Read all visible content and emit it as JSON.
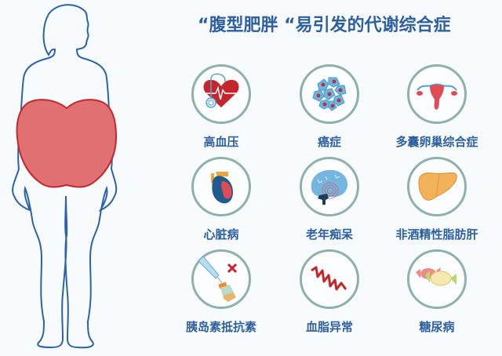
{
  "title": "“腹型肥胖 “易引发的代谢综合症",
  "colors": {
    "title": "#2e5f9e",
    "body_outline": "#2e62a6",
    "belly_fill": "#e07072",
    "belly_stroke": "#c3282c",
    "circle_border": "#8fb0ad"
  },
  "diseases": [
    {
      "label": "高血压",
      "icon": "heart-stethoscope-icon"
    },
    {
      "label": "癌症",
      "icon": "cancer-cells-icon"
    },
    {
      "label": "多囊卵巢综合症",
      "icon": "uterus-ovaries-icon"
    },
    {
      "label": "心脏病",
      "icon": "heart-organ-icon"
    },
    {
      "label": "老年痴呆",
      "icon": "brain-icon"
    },
    {
      "label": "非酒精性脂肪肝",
      "icon": "liver-icon"
    },
    {
      "label": "胰岛素抵抗素",
      "icon": "insulin-syringe-icon"
    },
    {
      "label": "血脂异常",
      "icon": "lipid-wave-icon"
    },
    {
      "label": "糖尿病",
      "icon": "candy-icon"
    }
  ]
}
